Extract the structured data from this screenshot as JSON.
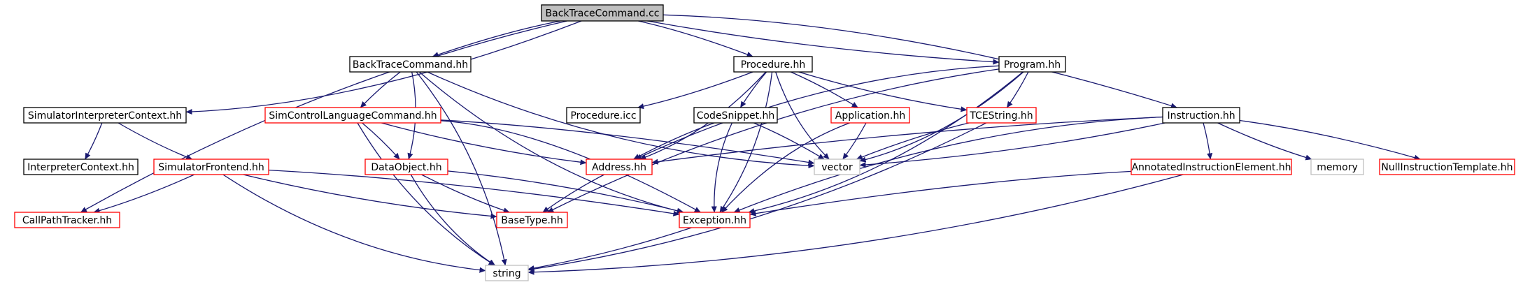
{
  "diagram": {
    "colors": {
      "edge": "#191970",
      "root_fill": "#bfbfbf",
      "border_default": "#000000",
      "border_red": "#ff0000",
      "border_gray": "#bfbfbf"
    },
    "nodes": [
      {
        "id": "backtrace_cc",
        "label": "BackTraceCommand.cc",
        "style": "root"
      },
      {
        "id": "backtrace_hh",
        "label": "BackTraceCommand.hh",
        "style": "default"
      },
      {
        "id": "procedure_hh",
        "label": "Procedure.hh",
        "style": "default"
      },
      {
        "id": "program_hh",
        "label": "Program.hh",
        "style": "default"
      },
      {
        "id": "siminterp_ctx",
        "label": "SimulatorInterpreterContext.hh",
        "style": "default"
      },
      {
        "id": "instruction_hh",
        "label": "Instruction.hh",
        "style": "default"
      },
      {
        "id": "interp_ctx",
        "label": "InterpreterContext.hh",
        "style": "default"
      },
      {
        "id": "sim_frontend",
        "label": "SimulatorFrontend.hh",
        "style": "red"
      },
      {
        "id": "callpath",
        "label": "CallPathTracker.hh",
        "style": "red"
      },
      {
        "id": "simctrl",
        "label": "SimControlLanguageCommand.hh",
        "style": "red"
      },
      {
        "id": "dataobject",
        "label": "DataObject.hh",
        "style": "red"
      },
      {
        "id": "procedure_icc",
        "label": "Procedure.icc",
        "style": "default"
      },
      {
        "id": "codesnippet",
        "label": "CodeSnippet.hh",
        "style": "default"
      },
      {
        "id": "application",
        "label": "Application.hh",
        "style": "red"
      },
      {
        "id": "tcestring",
        "label": "TCEString.hh",
        "style": "red"
      },
      {
        "id": "address",
        "label": "Address.hh",
        "style": "red"
      },
      {
        "id": "vector",
        "label": "vector",
        "style": "gray"
      },
      {
        "id": "basetype",
        "label": "BaseType.hh",
        "style": "red"
      },
      {
        "id": "exception",
        "label": "Exception.hh",
        "style": "red"
      },
      {
        "id": "string",
        "label": "string",
        "style": "gray"
      },
      {
        "id": "annotated",
        "label": "AnnotatedInstructionElement.hh",
        "style": "red"
      },
      {
        "id": "memory",
        "label": "memory",
        "style": "gray"
      },
      {
        "id": "nullinstr",
        "label": "NullInstructionTemplate.hh",
        "style": "red"
      }
    ],
    "edges": [
      [
        "backtrace_cc",
        "backtrace_hh"
      ],
      [
        "backtrace_cc",
        "siminterp_ctx"
      ],
      [
        "backtrace_cc",
        "callpath"
      ],
      [
        "backtrace_cc",
        "procedure_hh"
      ],
      [
        "backtrace_cc",
        "program_hh"
      ],
      [
        "backtrace_cc",
        "instruction_hh"
      ],
      [
        "backtrace_hh",
        "simctrl"
      ],
      [
        "backtrace_hh",
        "dataobject"
      ],
      [
        "backtrace_hh",
        "exception"
      ],
      [
        "backtrace_hh",
        "string"
      ],
      [
        "backtrace_hh",
        "vector"
      ],
      [
        "siminterp_ctx",
        "interp_ctx"
      ],
      [
        "siminterp_ctx",
        "sim_frontend"
      ],
      [
        "sim_frontend",
        "callpath"
      ],
      [
        "sim_frontend",
        "basetype"
      ],
      [
        "sim_frontend",
        "exception"
      ],
      [
        "sim_frontend",
        "string"
      ],
      [
        "simctrl",
        "dataobject"
      ],
      [
        "simctrl",
        "address"
      ],
      [
        "simctrl",
        "exception"
      ],
      [
        "simctrl",
        "string"
      ],
      [
        "simctrl",
        "vector"
      ],
      [
        "dataobject",
        "basetype"
      ],
      [
        "dataobject",
        "exception"
      ],
      [
        "dataobject",
        "string"
      ],
      [
        "procedure_hh",
        "procedure_icc"
      ],
      [
        "procedure_hh",
        "codesnippet"
      ],
      [
        "procedure_hh",
        "application"
      ],
      [
        "procedure_hh",
        "tcestring"
      ],
      [
        "procedure_hh",
        "address"
      ],
      [
        "procedure_hh",
        "vector"
      ],
      [
        "procedure_hh",
        "exception"
      ],
      [
        "codesnippet",
        "address"
      ],
      [
        "codesnippet",
        "vector"
      ],
      [
        "codesnippet",
        "exception"
      ],
      [
        "application",
        "vector"
      ],
      [
        "application",
        "exception"
      ],
      [
        "program_hh",
        "tcestring"
      ],
      [
        "program_hh",
        "address"
      ],
      [
        "program_hh",
        "vector"
      ],
      [
        "program_hh",
        "basetype"
      ],
      [
        "program_hh",
        "exception"
      ],
      [
        "tcestring",
        "vector"
      ],
      [
        "tcestring",
        "string"
      ],
      [
        "address",
        "basetype"
      ],
      [
        "exception",
        "string"
      ],
      [
        "instruction_hh",
        "address"
      ],
      [
        "instruction_hh",
        "vector"
      ],
      [
        "instruction_hh",
        "exception"
      ],
      [
        "instruction_hh",
        "annotated"
      ],
      [
        "instruction_hh",
        "memory"
      ],
      [
        "instruction_hh",
        "nullinstr"
      ],
      [
        "annotated",
        "exception"
      ],
      [
        "annotated",
        "string"
      ]
    ]
  }
}
